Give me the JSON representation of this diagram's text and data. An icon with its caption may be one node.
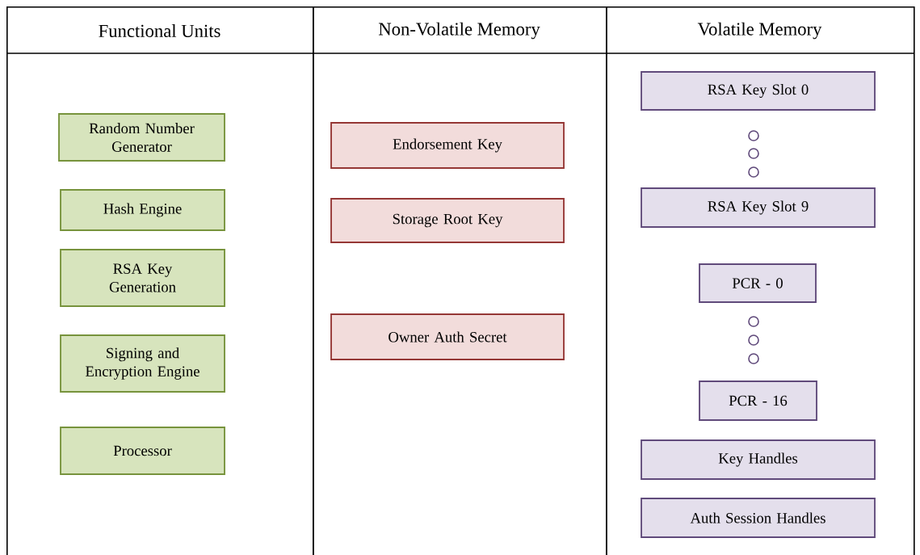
{
  "diagram": {
    "nodes": [
      {
        "text": [
          "Functional Units"
        ]
      },
      {
        "text": [
          "Random Number Generator"
        ],
        "in": 0
      },
      {
        "text": [
          "Hash Engine"
        ],
        "in": 0
      },
      {
        "text": [
          "RSA  Key Generation"
        ],
        "in": 0
      },
      {
        "text": [
          "Signing and Encryption Engine"
        ],
        "in": 0
      },
      {
        "text": [
          "Processor"
        ],
        "in": 0
      },
      {
        "text": [
          "Non-Volatile Memory"
        ]
      },
      {
        "text": [
          "Endorsement Key"
        ],
        "in": 6
      },
      {
        "text": [
          "Storage Root Key"
        ],
        "in": 6
      },
      {
        "text": [
          "Owner Auth Secret"
        ],
        "in": 6
      },
      {
        "text": [
          "Volatile Memory"
        ]
      },
      {
        "text": [
          "RSA Key Slot 0"
        ],
        "in": 10
      },
      {
        "text": [
          "RSA Key Slot 9"
        ],
        "in": 10
      },
      {
        "text": [
          "PCR - 0"
        ],
        "in": 10
      },
      {
        "text": [
          "PCR - 16"
        ],
        "in": 10
      },
      {
        "text": [
          "Key Handles"
        ],
        "in": 10
      },
      {
        "text": [
          "Auth Session Handles"
        ],
        "in": 10
      }
    ]
  }
}
